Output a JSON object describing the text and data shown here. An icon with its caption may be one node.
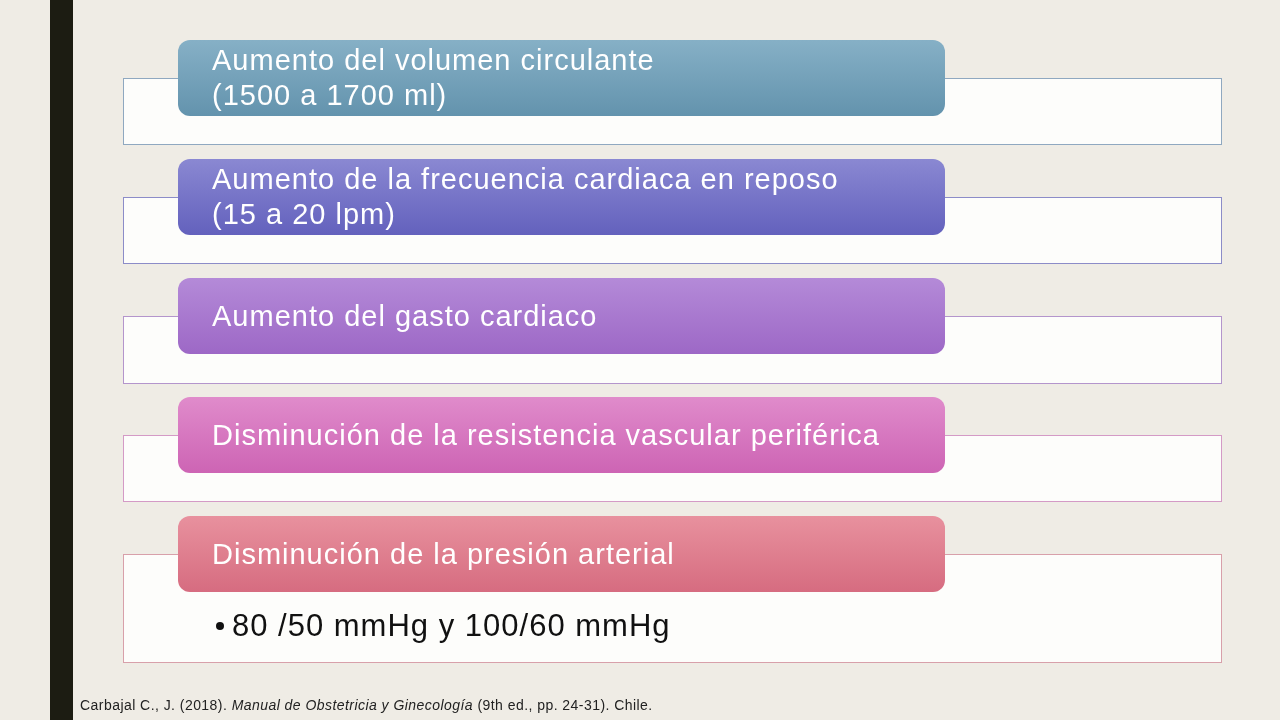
{
  "diagram": {
    "nodes": [
      {
        "text": [],
        "shape": "bar"
      },
      {
        "text": [
          "Aumento del volumen circulante (1500 a 1700 ml)"
        ]
      },
      {
        "text": [],
        "shape": "box"
      },
      {
        "text": [
          "Aumento de la frecuencia cardiaca en reposo (15 a 20 lpm)"
        ]
      },
      {
        "text": [],
        "shape": "box"
      },
      {
        "text": [
          "Aumento del gasto cardiaco"
        ]
      },
      {
        "text": [],
        "shape": "box"
      },
      {
        "text": [
          "Disminución de la resistencia vascular periférica"
        ]
      },
      {
        "text": [],
        "shape": "box"
      },
      {
        "text": [
          "Disminución de la presión arterial"
        ]
      },
      {
        "text": [
          "80 /50 mmHg y 100/60 mmHg"
        ]
      }
    ],
    "labels": [
      "Carbajal C., J. (2018). *Manual de Obstetricia y Ginecología* (9th ed., pp. 24-31). Chile."
    ]
  }
}
